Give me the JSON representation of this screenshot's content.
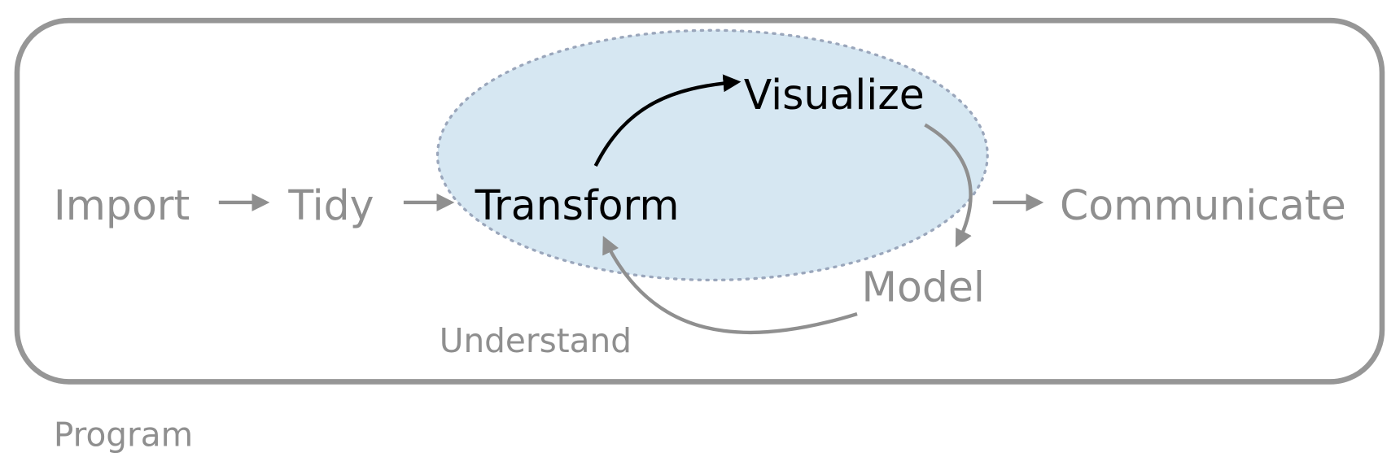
{
  "nodes": {
    "import": "Import",
    "tidy": "Tidy",
    "transform": "Transform",
    "visualize": "Visualize",
    "model": "Model",
    "communicate": "Communicate"
  },
  "labels": {
    "understand": "Understand",
    "program": "Program"
  },
  "colors": {
    "ellipse_fill": "#d6e7f2",
    "ellipse_border": "#9aa6bb",
    "grey": "#8f8f8f",
    "highlight": "#000000"
  }
}
